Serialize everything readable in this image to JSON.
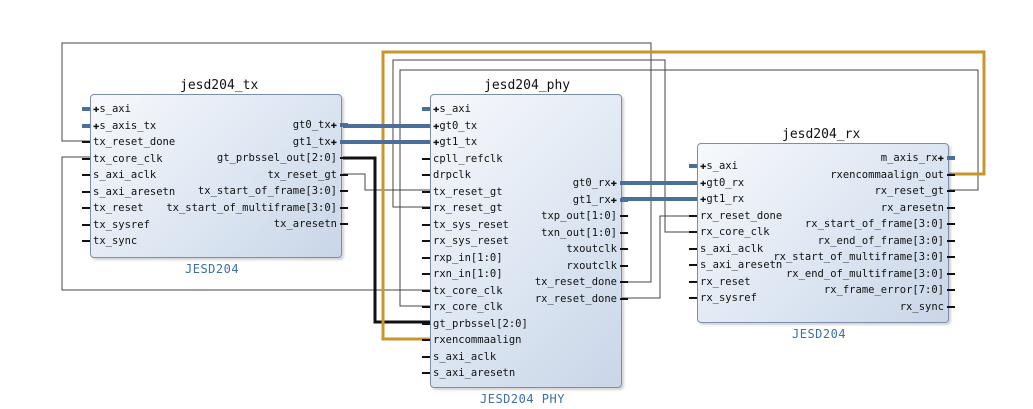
{
  "tx": {
    "title": "jesd204_tx",
    "subtitle": "JESD204",
    "left_ports": [
      "s_axi",
      "s_axis_tx",
      "tx_reset_done",
      "tx_core_clk",
      "s_axi_aclk",
      "s_axi_aresetn",
      "tx_reset",
      "tx_sysref",
      "tx_sync"
    ],
    "right_ports": [
      "gt0_tx",
      "gt1_tx",
      "gt_prbssel_out[2:0]",
      "tx_reset_gt",
      "tx_start_of_frame[3:0]",
      "tx_start_of_multiframe[3:0]",
      "tx_aresetn"
    ]
  },
  "phy": {
    "title": "jesd204_phy",
    "subtitle": "JESD204 PHY",
    "left_ports": [
      "s_axi",
      "gt0_tx",
      "gt1_tx",
      "cpll_refclk",
      "drpclk",
      "tx_reset_gt",
      "rx_reset_gt",
      "tx_sys_reset",
      "rx_sys_reset",
      "rxp_in[1:0]",
      "rxn_in[1:0]",
      "tx_core_clk",
      "rx_core_clk",
      "gt_prbssel[2:0]",
      "rxencommaalign",
      "s_axi_aclk",
      "s_axi_aresetn"
    ],
    "right_ports": [
      "gt0_rx",
      "gt1_rx",
      "txp_out[1:0]",
      "txn_out[1:0]",
      "txoutclk",
      "rxoutclk",
      "tx_reset_done",
      "rx_reset_done"
    ]
  },
  "rx": {
    "title": "jesd204_rx",
    "subtitle": "JESD204",
    "left_ports": [
      "s_axi",
      "gt0_rx",
      "gt1_rx",
      "rx_reset_done",
      "rx_core_clk",
      "s_axi_aclk",
      "s_axi_aresetn",
      "rx_reset",
      "rx_sysref"
    ],
    "right_ports": [
      "m_axis_rx",
      "rxencommaalign_out",
      "rx_reset_gt",
      "rx_aresetn",
      "rx_start_of_frame[3:0]",
      "rx_end_of_frame[3:0]",
      "rx_start_of_multiframe[3:0]",
      "rx_end_of_multiframe[3:0]",
      "rx_frame_error[7:0]",
      "rx_sync"
    ]
  },
  "colors": {
    "wire": "#333333",
    "bus": "#4a6f9a",
    "highlight": "#c8962a",
    "subtitle": "#3d6fa8"
  }
}
